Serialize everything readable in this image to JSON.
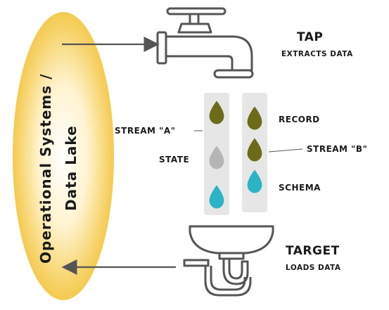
{
  "source": {
    "line1": "Operational Systems /",
    "line2": "Data Lake"
  },
  "tap": {
    "title": "TAP",
    "subtitle": "EXTRACTS DATA"
  },
  "target": {
    "title": "TARGET",
    "subtitle": "LOADS DATA"
  },
  "streams": {
    "stream_a_label": "STREAM \"A\"",
    "stream_b_label": "STREAM \"B\""
  },
  "message_types": {
    "record": "RECORD",
    "state": "STATE",
    "schema": "SCHEMA"
  },
  "colors": {
    "record_drop": "#6b6b1a",
    "state_drop": "#b5b5b5",
    "schema_drop": "#2bb3c6",
    "lake_fill": "#f2c43a",
    "stream_panel": "#e6e6e6",
    "fixture_stroke": "#555555"
  }
}
